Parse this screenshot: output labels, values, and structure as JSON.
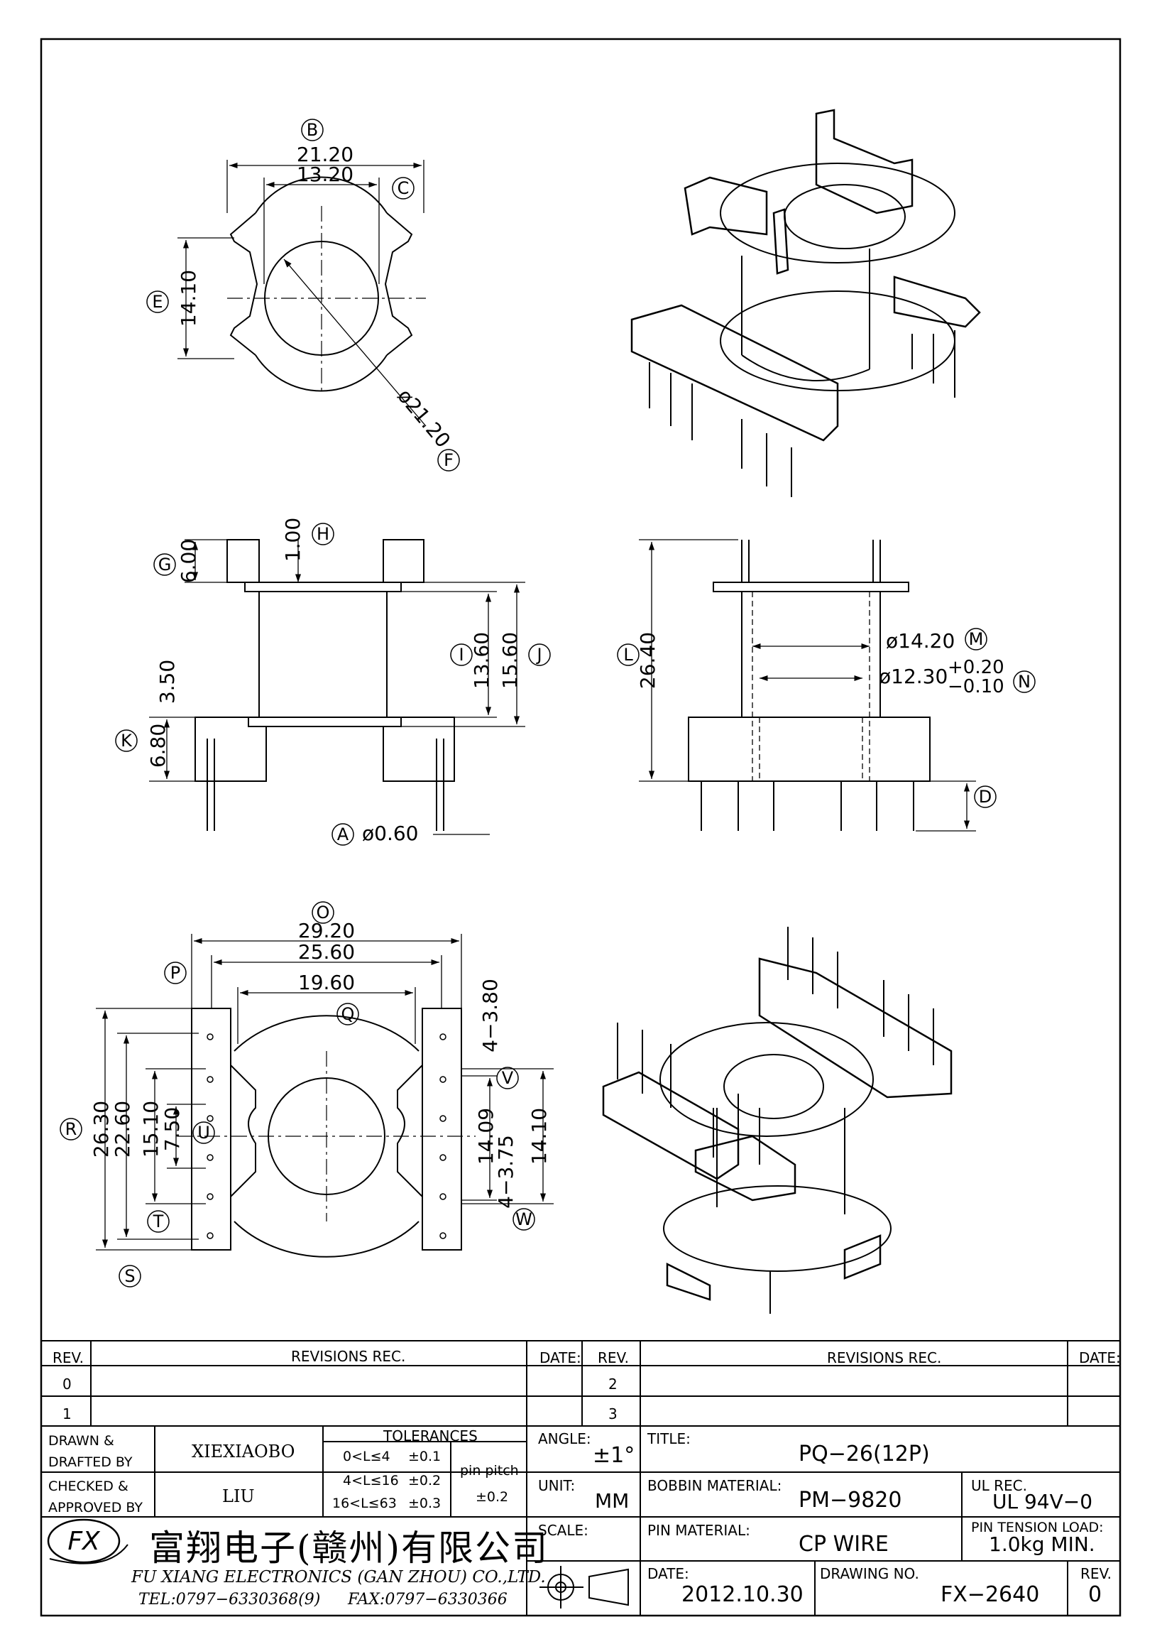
{
  "views": {
    "top": {
      "dims": {
        "b": "21.20",
        "c": "13.20",
        "e": "14.10",
        "f": "ø21.20"
      },
      "tags": {
        "b": "B",
        "c": "C",
        "e": "E",
        "f": "F"
      }
    },
    "front": {
      "dims": {
        "g": "6.00",
        "h": "1.00",
        "i": "13.60",
        "j": "15.60",
        "k35": "3.50",
        "k68": "6.80",
        "a": "ø0.60"
      },
      "tags": {
        "g": "G",
        "h": "H",
        "i": "I",
        "j": "J",
        "k": "K",
        "a": "A"
      }
    },
    "side": {
      "dims": {
        "l": "26.40",
        "m": "ø14.20",
        "n": "ø12.30",
        "n_plus": "+0.20",
        "n_minus": "−0.10"
      },
      "tags": {
        "l": "L",
        "m": "M",
        "n": "N",
        "d": "D"
      }
    },
    "bottom": {
      "dims": {
        "o": "29.20",
        "p": "25.60",
        "q": "19.60",
        "r": "26.30",
        "s": "22.60",
        "t": "15.10",
        "u": "7.50",
        "v": "4−3.80",
        "w": "4−3.75",
        "x": "14.09",
        "y": "14.10"
      },
      "tags": {
        "o": "O",
        "p": "P",
        "q": "Q",
        "r": "R",
        "s": "S",
        "t": "T",
        "u": "U",
        "v": "V",
        "w": "W"
      }
    }
  },
  "title_block": {
    "headers": {
      "rev": "REV.",
      "revisions": "REVISIONS    REC.",
      "date": "DATE:"
    },
    "rev_rows": [
      "0",
      "1"
    ],
    "rev_rows_right": [
      "2",
      "3"
    ],
    "drawn_label": "DRAWN &\nDRAFTED BY",
    "drawn_by": "XIEXIAOBO",
    "checked_label": "CHECKED &\nAPPROVED BY",
    "checked_by": "LIU",
    "tolerances_label": "TOLERANCES",
    "tol_rows": [
      {
        "range": "0<L≤4",
        "tol": "±0.1"
      },
      {
        "range": "4<L≤16",
        "tol": "±0.2"
      },
      {
        "range": "16<L≤63",
        "tol": "±0.3"
      }
    ],
    "pin_pitch_label": "pin  pitch",
    "pin_pitch_tol": "±0.2",
    "angle_label": "ANGLE:",
    "angle_val": "±1°",
    "unit_label": "UNIT:",
    "unit_val": "MM",
    "scale_label": "SCALE:",
    "title_label": "TITLE:",
    "title_val": "PQ−26(12P)",
    "bobbin_label": "BOBBIN  MATERIAL:",
    "bobbin_val": "PM−9820",
    "ul_label": "UL  REC.",
    "ul_val": "UL  94V−0",
    "pin_mat_label": "PIN  MATERIAL:",
    "pin_mat_val": "CP  WIRE",
    "pin_tension_label": "PIN  TENSION  LOAD:",
    "pin_tension_val": "1.0kg  MIN.",
    "date_label": "DATE:",
    "date_val": "2012.10.30",
    "drawing_no_label": "DRAWING  NO.",
    "drawing_no_val": "FX−2640",
    "rev_label": "REV.",
    "rev_val": "0",
    "company_cn": "富翔电子(赣州)有限公司",
    "company_en": "FU XIANG ELECTRONICS (GAN ZHOU) CO.,LTD.",
    "tel": "TEL:0797−6330368(9)",
    "fax": "FAX:0797−6330366",
    "logo_text": "FX"
  }
}
